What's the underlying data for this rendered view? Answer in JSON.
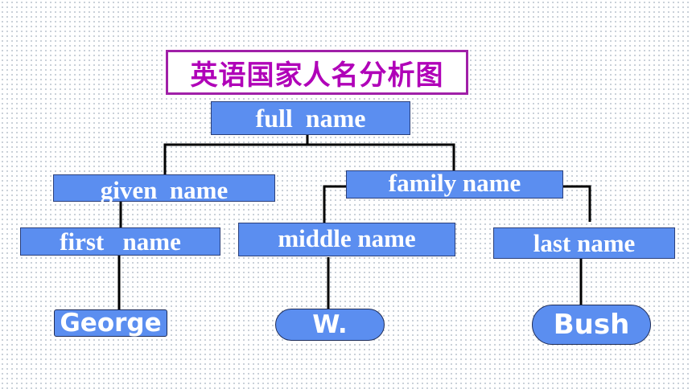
{
  "title": "英语国家人名分析图",
  "nodes": {
    "full_name": "full  name",
    "given_name": "given  name",
    "family_name": "family name",
    "first_name": "first   name",
    "middle_name": "middle name",
    "last_name": "last name"
  },
  "leaves": {
    "first": "George",
    "middle": "W.",
    "last": "Bush"
  },
  "colors": {
    "node_fill": "#5b8ef0",
    "title_text": "#b000b8",
    "title_border": "#a020a8",
    "connector": "#000000"
  }
}
